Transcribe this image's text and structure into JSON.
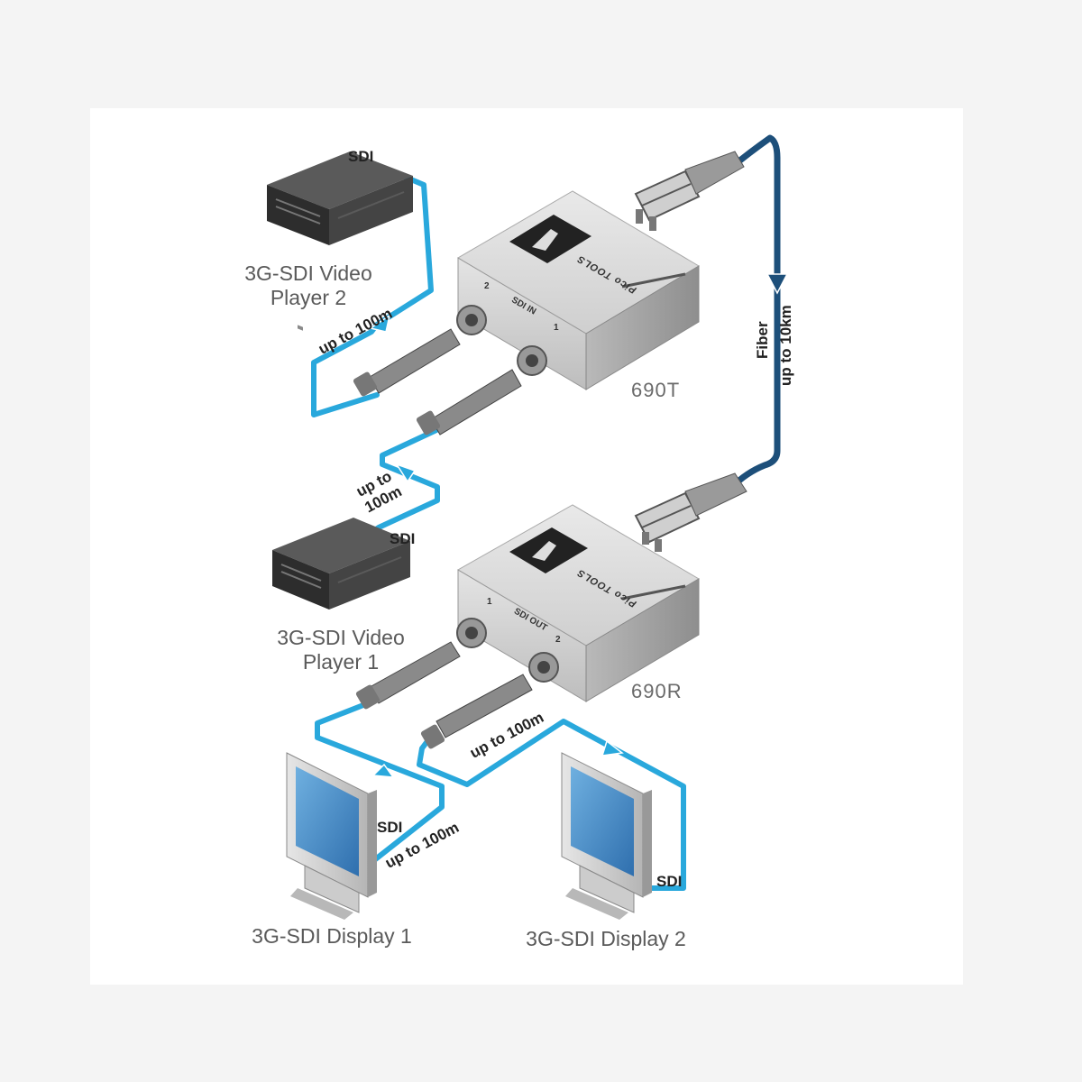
{
  "colors": {
    "sdi_cable": "#29a8dc",
    "fiber_cable": "#1d4f7a",
    "device_body": "#dcdcdc",
    "player_body": "#3e3e3e",
    "monitor_screen": "#3f86c6"
  },
  "devices": {
    "player2": "3G-SDI Video\nPlayer 2",
    "player1": "3G-SDI Video\nPlayer 1",
    "display1": "3G-SDI Display 1",
    "display2": "3G-SDI Display 2",
    "transmitter": "690T",
    "receiver": "690R",
    "brand": "Pico TOOLS"
  },
  "ports": {
    "tx_in_label": "SDI IN",
    "tx_port_1": "1",
    "tx_port_2": "2",
    "rx_out_label": "SDI OUT",
    "rx_port_1": "1",
    "rx_port_2": "2"
  },
  "cables": {
    "sdi_player2": "SDI",
    "sdi_player1": "SDI",
    "sdi_display1": "SDI",
    "sdi_display2": "SDI",
    "len_player2": "up to 100m",
    "len_player1": "up to\n100m",
    "len_display1": "up to 100m",
    "len_display2": "up to 100m",
    "fiber": "Fiber",
    "fiber_len": "up to 10km"
  },
  "icons": [
    "video-player-icon",
    "converter-box-icon",
    "bnc-connector-icon",
    "lc-fiber-connector-icon",
    "monitor-icon",
    "arrow-icon"
  ]
}
